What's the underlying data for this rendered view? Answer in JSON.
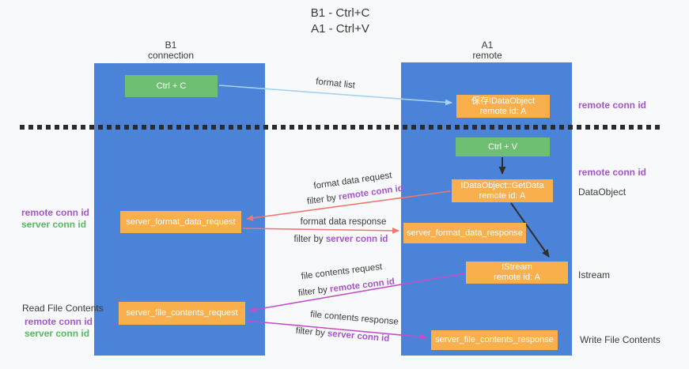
{
  "title": {
    "line1": "B1 - Ctrl+C",
    "line2": "A1 - Ctrl+V"
  },
  "columns": {
    "b1": {
      "name": "B1",
      "role": "connection"
    },
    "a1": {
      "name": "A1",
      "role": "remote"
    }
  },
  "boxes": {
    "ctrl_c": {
      "label": "Ctrl + C"
    },
    "save_dataobject": {
      "line1": "保存IDataObject",
      "line2": "remote id: A"
    },
    "ctrl_v": {
      "label": "Ctrl + V"
    },
    "getdata": {
      "line1": "IDataObject::GetData",
      "line2": "remote id: A"
    },
    "format_request": {
      "label": "server_format_data_request"
    },
    "format_response": {
      "label": "server_format_data_response"
    },
    "istream": {
      "line1": "IStream",
      "line2": "remote id: A"
    },
    "file_request": {
      "label": "server_file_contents_request"
    },
    "file_response": {
      "label": "server_file_contents_response"
    }
  },
  "side_labels": {
    "remote_conn_top": "remote conn id",
    "remote_conn_mid": "remote conn id",
    "dataobject": "DataObject",
    "istream": "Istream",
    "write_file": "Write File Contents",
    "read_file": "Read File Contents",
    "left_format": {
      "remote": "remote conn id",
      "server": "server conn id"
    },
    "left_file": {
      "remote": "remote conn id",
      "server": "server conn id"
    }
  },
  "arrow_labels": {
    "format_list": "format list",
    "format_request": "format data request",
    "format_request_filter": {
      "prefix": "filter by ",
      "key": "remote conn id"
    },
    "format_response": "format data response",
    "format_response_filter": {
      "prefix": "filter by ",
      "key": "server conn id"
    },
    "file_request": "file contents request",
    "file_request_filter": {
      "prefix": "filter by ",
      "key": "remote conn id"
    },
    "file_response": "file contents response",
    "file_response_filter": {
      "prefix": "filter by ",
      "key": "server conn id"
    }
  },
  "colors": {
    "column_blue": "#4b83d9",
    "box_green": "#6fbf72",
    "box_orange": "#f9af4b",
    "purple_text": "#a455cd",
    "green_text": "#57b961",
    "arrow_blue": "#a5d3f1",
    "arrow_red": "#f0766f",
    "arrow_magenta": "#c24fc8",
    "arrow_black": "#2f2f2f",
    "dashed_line": "#2b2b2b",
    "text_dark": "#3a3a3a"
  }
}
